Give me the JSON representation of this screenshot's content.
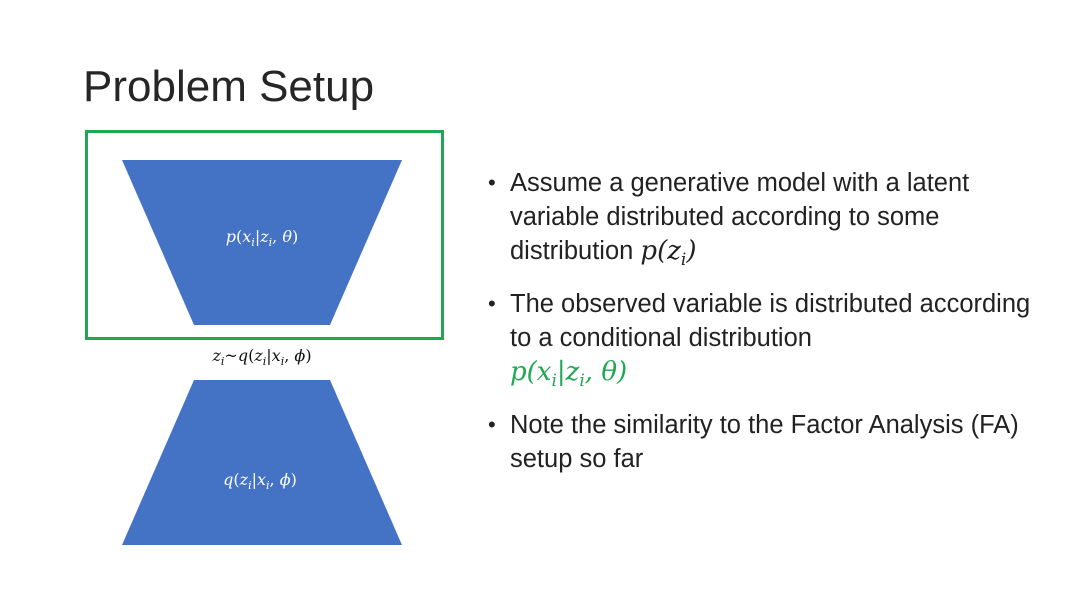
{
  "title": "Problem Setup",
  "diagram": {
    "decoder_label": "p(x_i|z_i,θ)",
    "latent_label": "z_i~q(z_i|x_i,ϕ)",
    "encoder_label": "q(z_i|x_i,ϕ)",
    "colors": {
      "trapezoid_fill": "#4472c4",
      "highlight_box": "#22a652",
      "label_text": "#ffffff"
    }
  },
  "bullets": [
    {
      "text": "Assume a generative model with a latent variable distributed according to some distribution",
      "math": "p(z_i)"
    },
    {
      "text": "The observed variable is distributed according to a conditional distribution",
      "math": "p(x_i|z_i,θ)",
      "math_color": "#22a652"
    },
    {
      "text": "Note the similarity to the Factor Analysis (FA) setup so far"
    }
  ]
}
